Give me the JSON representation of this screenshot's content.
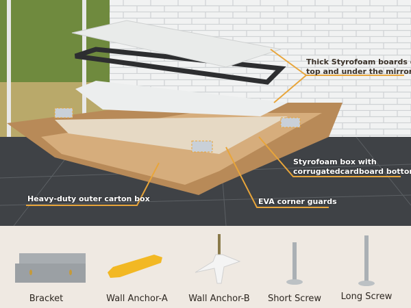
{
  "callouts": {
    "styrofoam_boards": [
      "Thick Styrofoam boards on",
      "top and under the mirror"
    ],
    "styrofoam_box": [
      "Styrofoam box with",
      "corrugatedcardboard bottom"
    ],
    "outer_carton": "Heavy-duty outer carton box",
    "corner_guards": "EVA corner guards"
  },
  "parts": [
    {
      "label": "Bracket"
    },
    {
      "label": "Wall Anchor-A"
    },
    {
      "label": "Wall Anchor-B"
    },
    {
      "label": "Short Screw"
    },
    {
      "label": "Long Screw"
    }
  ],
  "colors": {
    "accent": "#e8a53a",
    "panel": "#efe9e2",
    "cardboard": "#c49a6c"
  }
}
